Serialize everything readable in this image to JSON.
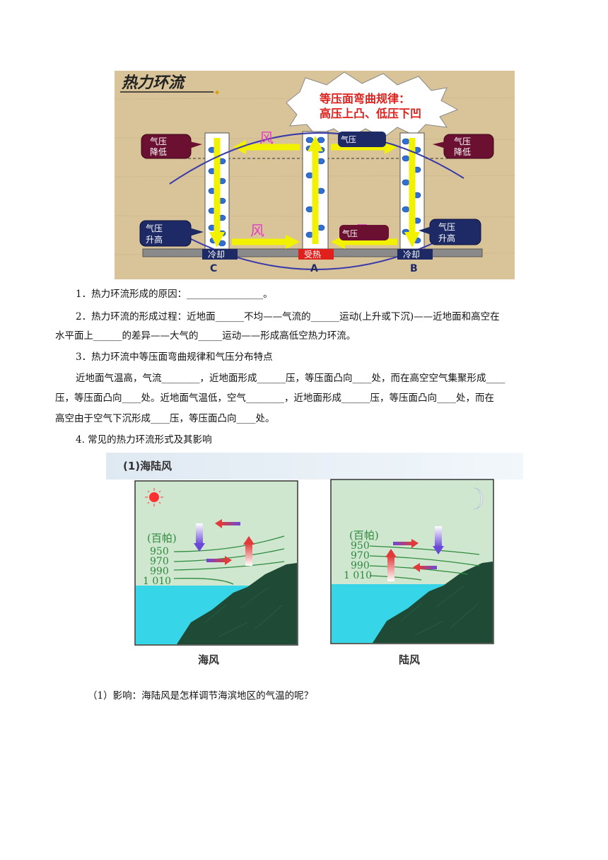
{
  "figure1": {
    "title": "热力环流",
    "callout": [
      "等压面弯曲规律：",
      "高压上凸、低压下凹"
    ],
    "wind_label": "风",
    "labels": {
      "pressure_drop": [
        "气压",
        "降低"
      ],
      "pressure_rise": [
        "气压",
        "升高"
      ],
      "cooling": "冷却",
      "heating": "受热",
      "points": [
        "C",
        "A",
        "B"
      ],
      "mid_upper_partial": "气压",
      "mid_lower_partial": "气压"
    },
    "colors": {
      "bg": "#d9c49a",
      "arrow": "#f2f200",
      "callout_text": "#e0201c",
      "bubble_dark": "#6b1030",
      "bubble_navy": "#1d2a66"
    }
  },
  "questions": {
    "q1": "1．热力环流形成的原因：________________。",
    "q2a": "2．热力环流的形成过程：近地面______不均——气流的______运动(上升或下沉)——近地面和高空在",
    "q2b": "水平面上______的差异——大气的_____运动——形成高低空热力环流。",
    "q3": "3．热力环流中等压面弯曲规律和气压分布特点",
    "q3a": "近地面气温高，气流________，近地面形成______压，等压面凸向____处，而在高空空气集聚形成____",
    "q3b": "压，等压面凸向____处。近地面气温低，空气________，近地面形成______压，等压面凸向____处，而在",
    "q3c": "高空由于空气下沉形成____压，等压面凸向____处。",
    "q4": "4. 常见的热力环流形式及其影响",
    "q4_1": "（1）影响：海陆风是怎样调节海滨地区的气温的呢？"
  },
  "figure2": {
    "header": "(1)海陆风",
    "unit": "(百帕)",
    "isobars": [
      "950",
      "970",
      "990",
      "1 010"
    ],
    "captions": [
      "海风",
      "陆风"
    ],
    "colors": {
      "header_bg": "#e4eef6",
      "panel_bg": "#cfe6cf",
      "sea": "#36d6e8",
      "land": "#1f4a36"
    }
  }
}
